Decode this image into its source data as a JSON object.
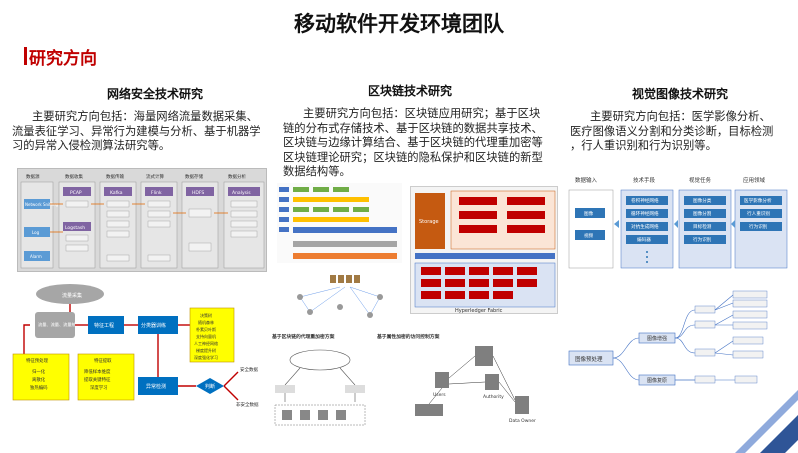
{
  "slide": {
    "title": "移动软件开发环境团队",
    "section": "研究方向",
    "accent_color": "#c00000"
  },
  "columns": [
    {
      "title": "网络安全技术研究",
      "desc_lines": [
        "主要研究方向包括：海量网络流量数据采集、",
        "流量表征学习、异常行为建模与分析、基于机器学",
        "习的异常入侵检测算法研究等。"
      ]
    },
    {
      "title": "区块链技术研究",
      "desc_lines": [
        "主要研究方向包括：区块链应用研究；基于区块",
        "链的分布式存储技术、基于区块链的数据共享技术、",
        "区块链与边缘计算结合、基于区块链的代理重加密等",
        "区块链理论研究；区块链的隐私保护和区块链的新型",
        "数据结构等。"
      ]
    },
    {
      "title": "视觉图像技术研究",
      "desc_lines": [
        "主要研究方向包括：医学影像分析、",
        "医疗图像语义分割和分类诊断，目标检测",
        "，行人重识别和行为识别等。"
      ]
    }
  ],
  "net_pipeline": {
    "headers": [
      "数据源",
      "数据收集",
      "数据传输",
      "流式计算",
      "数据存储",
      "数据分析"
    ],
    "sources": [
      "Network Sniffing",
      "Log",
      "Alarm"
    ],
    "tools": [
      "PCAP",
      "Logstash",
      "Kafka",
      "Flink",
      "HDFS",
      "Analysis"
    ]
  },
  "net_flow": {
    "nodes": [
      "流量采集",
      "流量、流量、流量统计",
      "特征工程",
      "分类器训练",
      "异常检测",
      "判断"
    ],
    "left_box": [
      "特征预处理",
      "归一化",
      "离散化",
      "独热编码"
    ],
    "right_box": [
      "特征提取",
      "降低样本维度",
      "提取关键特征",
      "深度学习"
    ],
    "side_box": [
      "决策树",
      "随机森林",
      "朴素贝叶斯",
      "支持向量机",
      "人工神经网络",
      "梯度提升树",
      "深度强化学习"
    ],
    "outputs": [
      "安全数据",
      "非安全数据"
    ]
  },
  "vision": {
    "headers": [
      "数据输入",
      "技术手段",
      "视觉任务",
      "应用领域"
    ],
    "inputs": [
      "图像",
      "视频"
    ],
    "methods": [
      "卷积神经网络",
      "循环神经网络",
      "对抗生成网络",
      "编码器"
    ],
    "tasks": [
      "图像分类",
      "图像分割",
      "目标检测",
      "行为识别"
    ],
    "apps": [
      "医学影像分析",
      "行人重识别",
      "行为识别"
    ],
    "mindmap_root": "图像预处理",
    "mindmap_branches": [
      "图像增强",
      "图像复原"
    ]
  },
  "blockchain": {
    "caption_left": "基于区块链的代理重加密方案",
    "caption_right": "基于属性加密的访问控制方案",
    "labels": [
      "Storage",
      "Hyperledger Fabric",
      "Users",
      "Data Owner",
      "Authority"
    ]
  }
}
